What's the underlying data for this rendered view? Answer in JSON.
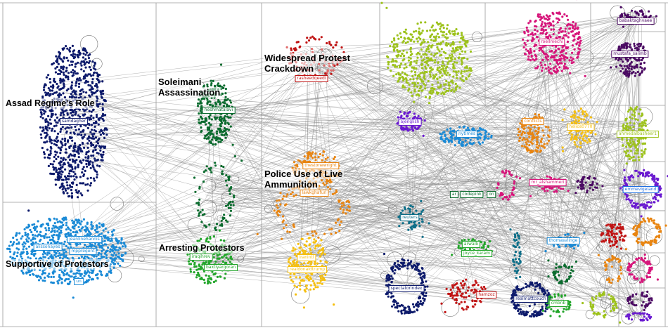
{
  "colors": {
    "edge": "#8a8a8a",
    "grid": "#9a9a9a",
    "navy": "#0d1a6b",
    "green": "#0b6b2e",
    "lightgreen": "#22a52a",
    "red": "#c01414",
    "salmon": "#e06a6a",
    "orange": "#e88410",
    "yellow": "#f5bf10",
    "lime": "#9dc21c",
    "magenta": "#d6157a",
    "purple": "#4b0a63",
    "violet": "#6a1ad0",
    "blue": "#1a8ad6",
    "teal": "#0d6e88",
    "mediumblue": "#1f6fe0"
  },
  "topics": {
    "assad": "Assad Regime's Role",
    "soleimani_1": "Soleimani",
    "soleimani_2": "Assassination",
    "crackdown_1": "Widespread Protest",
    "crackdown_2": "Crackdown",
    "police_1": "Police Use of Live",
    "police_2": "Ammunition",
    "arresting": "Arresting Protestors",
    "supportive": "Supportive of Protestors"
  },
  "tags": {
    "samdagher": "samdagher",
    "heshmatalavi": "heshmatalavi",
    "rasheedqeed": "rasheedqeedi",
    "roellmechi": "roellmechi",
    "babaktaghvaee": "babaktaghvaee",
    "mustafa_salimb": "mustafa_salimb",
    "ajenglish": "ajenglish",
    "nytimes": "nytimes",
    "conflicts": "conflicts",
    "helios": "helios0770",
    "ahmedalbasheer": "ahmedalbasheer1",
    "thestoneright": "thestonewright",
    "lawkghafuri": "lawkghafuri",
    "codepink": "codepink",
    "codepink_ar": "ar",
    "codepink_on": "on",
    "mr_alshammeri": "mr_alshammeri",
    "emmevigeland": "emmevigeland",
    "reuters": "reuters",
    "jeanlinehannis": "jeanlinehannis",
    "alissonayes": "alissonayes",
    "mppregent": "mppregent",
    "un": "un",
    "iraqihrev": "iraqihrev",
    "baxtiyargoran": "baxtiyargoran",
    "iranintl": "iranintl",
    "realdonaldtrump": "realdonaldtrump",
    "thomasvlinge": "thomasvlinge",
    "arwaib": "arwaib",
    "joyce_karam": "joyce_karam",
    "spectatorindex": "spectatorindex",
    "hamzoz": "hamzoz",
    "realmattcouch": "realmattcouch",
    "cmbnb": "cmbnb"
  }
}
